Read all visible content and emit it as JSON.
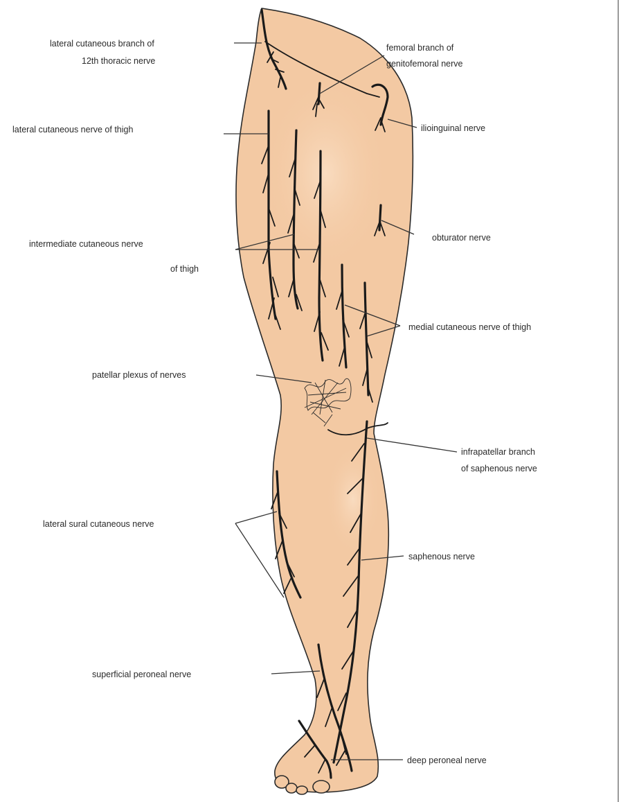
{
  "colors": {
    "skin": "#f3c9a3",
    "skin_highlight": "#f9dcc0",
    "line": "#1a1a1a",
    "label": "#2a2a2a"
  },
  "labels": {
    "lat_branch_12th_a": "lateral cutaneous branch of",
    "lat_branch_12th_b": "12th thoracic nerve",
    "femoral_branch_a": "femoral branch of",
    "femoral_branch_b": "genitofemoral nerve",
    "lateral_cutaneous_thigh": "lateral cutaneous nerve of thigh",
    "ilioinguinal": "ilioinguinal nerve",
    "obturator": "obturator nerve",
    "intermediate_a": "intermediate cutaneous nerve",
    "intermediate_b": "of thigh",
    "medial_cutaneous_thigh": "medial cutaneous nerve of thigh",
    "patellar_plexus": "patellar plexus of nerves",
    "infrapatellar_a": "infrapatellar branch",
    "infrapatellar_b": "of saphenous nerve",
    "lateral_sural": "lateral sural cutaneous nerve",
    "saphenous": "saphenous nerve",
    "superficial_peroneal": "superficial peroneal nerve",
    "deep_peroneal": "deep peroneal nerve"
  }
}
